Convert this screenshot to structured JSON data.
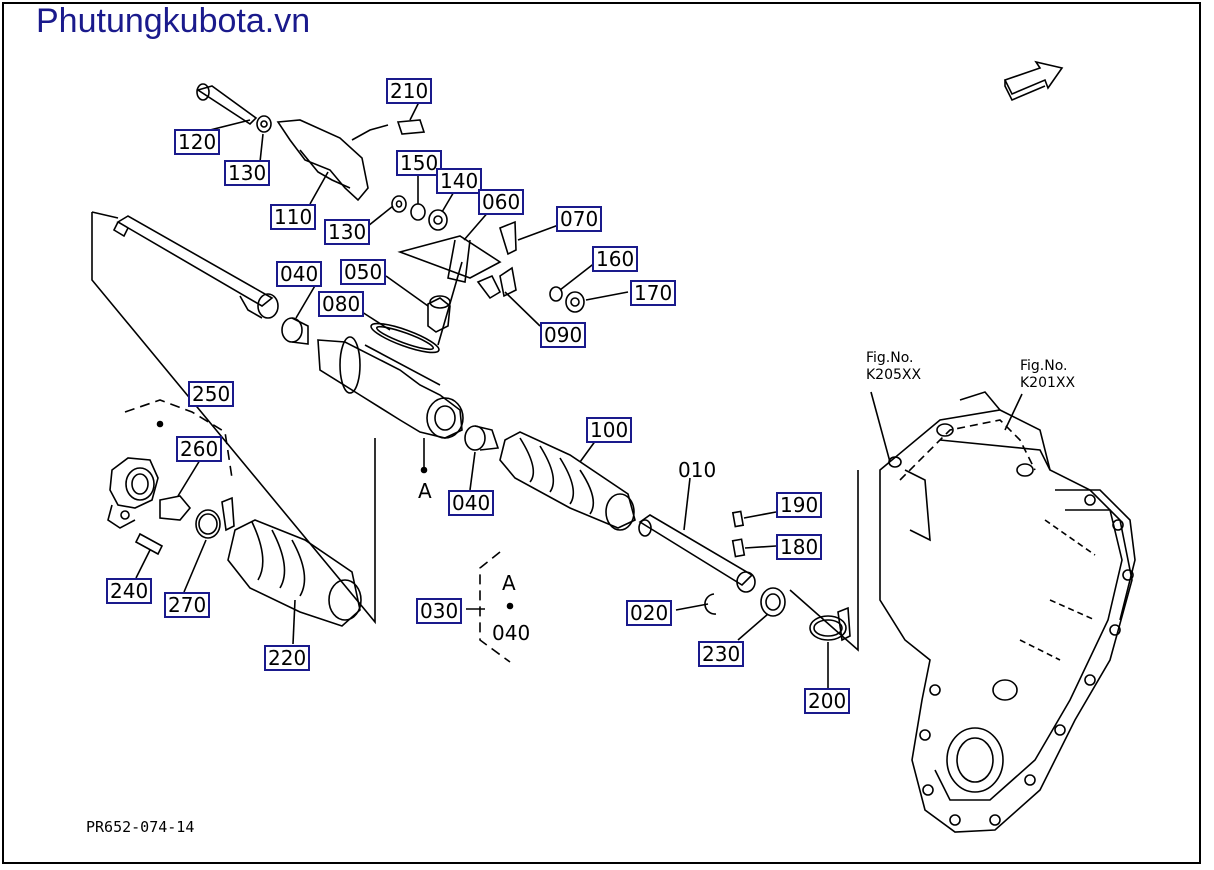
{
  "watermark": "Phutungkubota.vn",
  "diagram_code": "PR652-074-14",
  "fig_refs": [
    {
      "line1": "Fig.No.",
      "line2": "K205XX"
    },
    {
      "line1": "Fig.No.",
      "line2": "K201XX"
    }
  ],
  "callout_A": "A",
  "group_A_label": "A",
  "group_A_part": "040",
  "parts": {
    "p210": "210",
    "p120": "120",
    "p130a": "130",
    "p150": "150",
    "p140": "140",
    "p060": "060",
    "p070": "070",
    "p110": "110",
    "p130b": "130",
    "p160": "160",
    "p040a": "040",
    "p050": "050",
    "p170": "170",
    "p080": "080",
    "p090": "090",
    "p250": "250",
    "p100": "100",
    "p260": "260",
    "p010": "010",
    "p040b": "040",
    "p190": "190",
    "p180": "180",
    "p240": "240",
    "p270": "270",
    "p030": "030",
    "p020": "020",
    "p230": "230",
    "p220": "220",
    "p200": "200"
  }
}
